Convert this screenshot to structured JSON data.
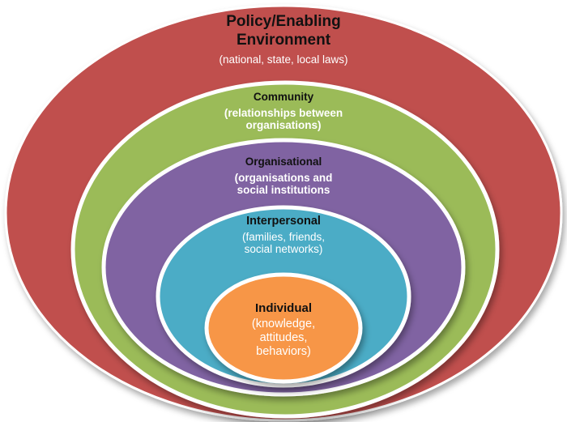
{
  "colors": {
    "policy": "#c0504d",
    "community": "#9bbb59",
    "organisational": "#8064a2",
    "interpersonal": "#4bacc6",
    "individual": "#f79646",
    "ring_border": "#ffffff"
  },
  "layers": {
    "policy": {
      "title": "Policy/Enabling Environment",
      "description": "(national, state, local laws)"
    },
    "community": {
      "title": "Community",
      "description": "(relationships between organisations)"
    },
    "organisational": {
      "title": "Organisational",
      "description": "(organisations and social institutions"
    },
    "interpersonal": {
      "title": "Interpersonal",
      "description": "(families, friends, social networks)"
    },
    "individual": {
      "title": "Individual",
      "description": "(knowledge, attitudes, behaviors)"
    }
  }
}
